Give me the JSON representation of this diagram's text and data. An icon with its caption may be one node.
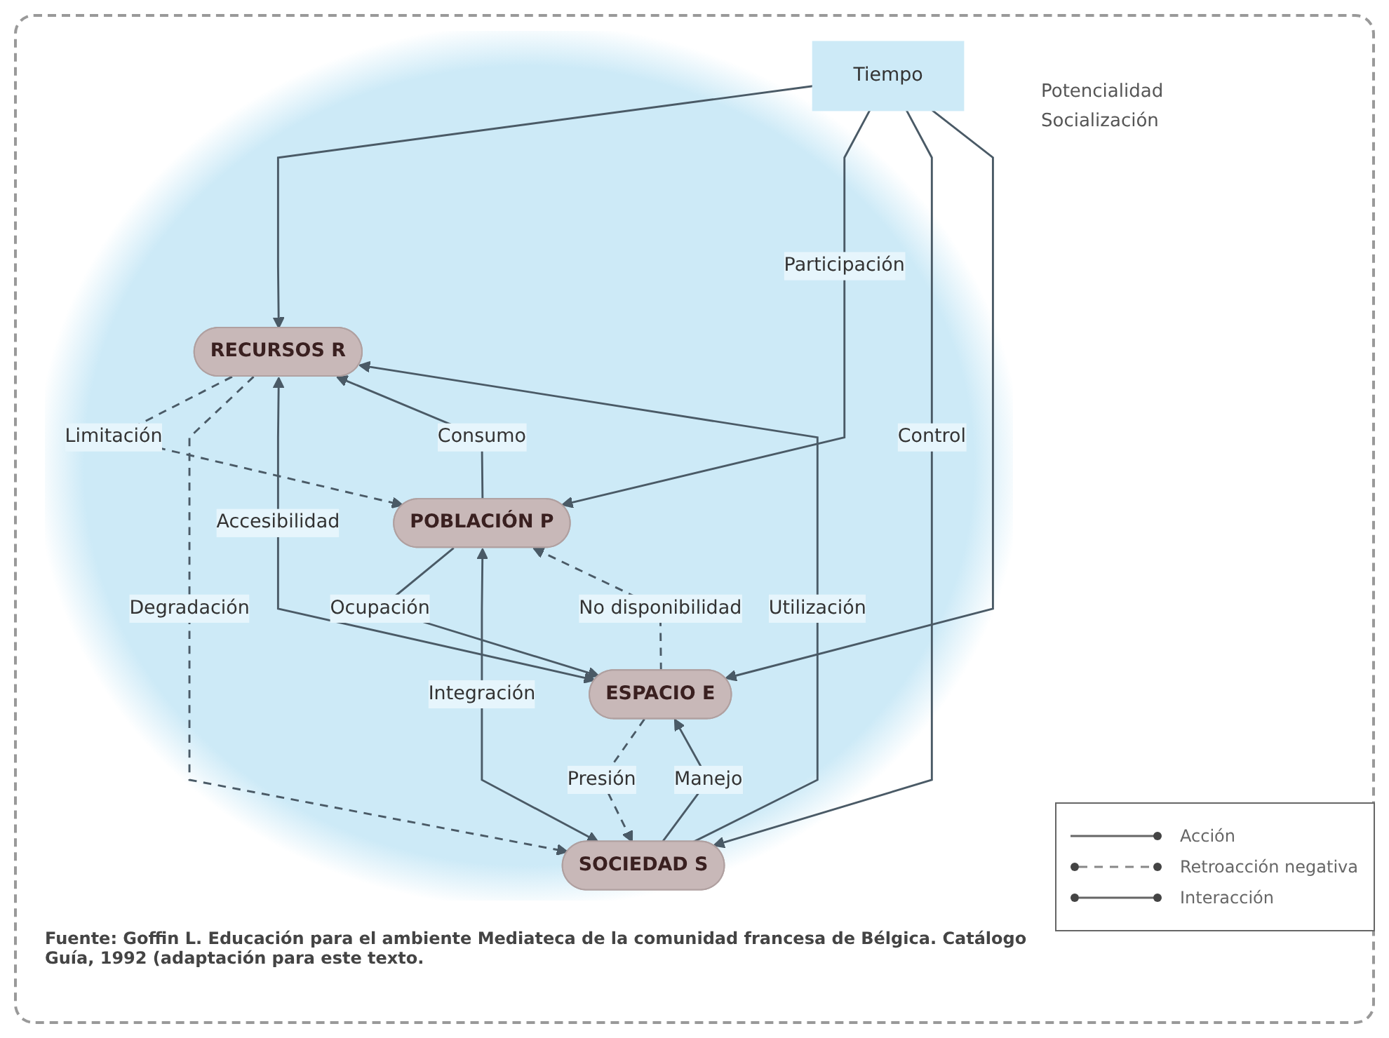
{
  "diagram": {
    "caption": "Fuente: Goffin L. Educación para el ambiente Mediateca de la comunidad francesa de Bélgica. Catálogo Guía, 1992 (adaptación para este texto.",
    "nodes": [
      {
        "text": [
          "RECURSOS R"
        ]
      },
      {
        "text": [
          "POBLACIÓN P"
        ]
      },
      {
        "text": [
          "Tiempo"
        ]
      },
      {
        "text": [
          "SOCIEDAD S"
        ]
      },
      {
        "text": [
          "ESPACIO E"
        ]
      }
    ],
    "edges": [
      {
        "from": 1,
        "to": 0,
        "arrow": "to",
        "label": "Consumo"
      },
      {
        "from": 0,
        "to": 1,
        "arrow": "to",
        "label": "Limitación",
        "style": "dashed"
      },
      {
        "from": 3,
        "to": 0,
        "arrow": "to",
        "label": "Utilización"
      },
      {
        "from": 0,
        "to": 3,
        "arrow": "to",
        "label": "Degradación",
        "style": "dashed"
      },
      {
        "from": 1,
        "to": 4,
        "arrow": "to",
        "label": "Ocupación"
      },
      {
        "from": 4,
        "to": 1,
        "arrow": "to",
        "label": "No disponibilidad",
        "style": "dashed"
      },
      {
        "from": 3,
        "to": 4,
        "arrow": "to",
        "label": "Manejo"
      },
      {
        "from": 4,
        "to": 3,
        "arrow": "to",
        "label": "Presión",
        "style": "dashed"
      },
      {
        "from": 0,
        "to": 4,
        "arrow": "both",
        "label": "Accesibilidad"
      },
      {
        "from": 1,
        "to": 3,
        "arrow": "both",
        "label": "Integración"
      },
      {
        "from": 2,
        "to": 0,
        "arrow": "to"
      },
      {
        "from": 2,
        "to": 1,
        "arrow": "to",
        "label": "Participación"
      },
      {
        "from": 2,
        "to": 3,
        "arrow": "to",
        "label": "Control"
      },
      {
        "from": 2,
        "to": 4,
        "arrow": "to"
      }
    ],
    "labels": [
      "Potencialidad",
      "Socialización"
    ],
    "legend": [
      {
        "text": "Acción"
      },
      {
        "text": "Retroacción negativa"
      },
      {
        "text": "Interacción"
      }
    ]
  }
}
